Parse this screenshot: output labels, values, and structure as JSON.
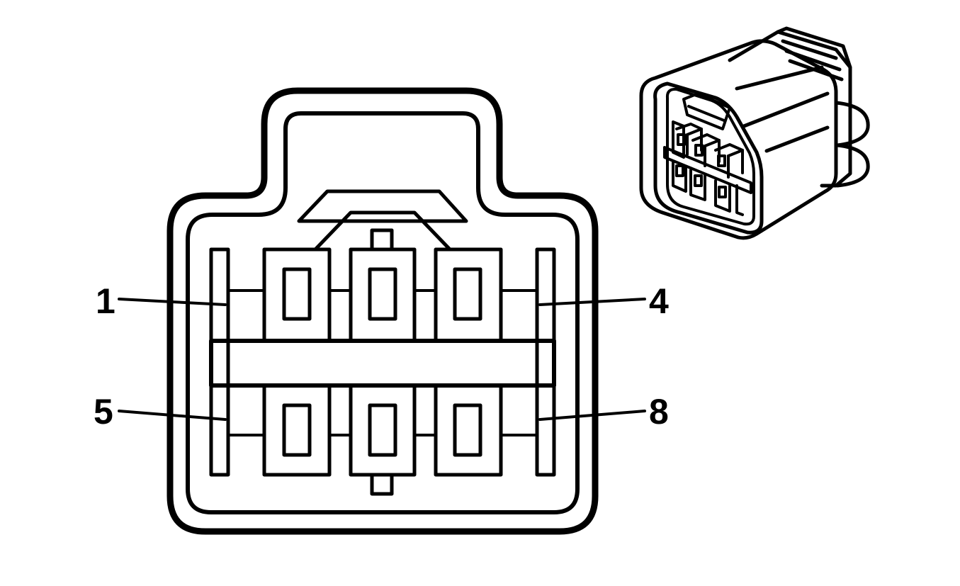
{
  "colors": {
    "line": "#000000",
    "fill": "#ffffff"
  },
  "pin_labels": [
    {
      "pin": "1"
    },
    {
      "pin": "4"
    },
    {
      "pin": "5"
    },
    {
      "pin": "8"
    }
  ],
  "connector_face": {
    "terminal_rows": 2,
    "terminal_columns": 3
  }
}
